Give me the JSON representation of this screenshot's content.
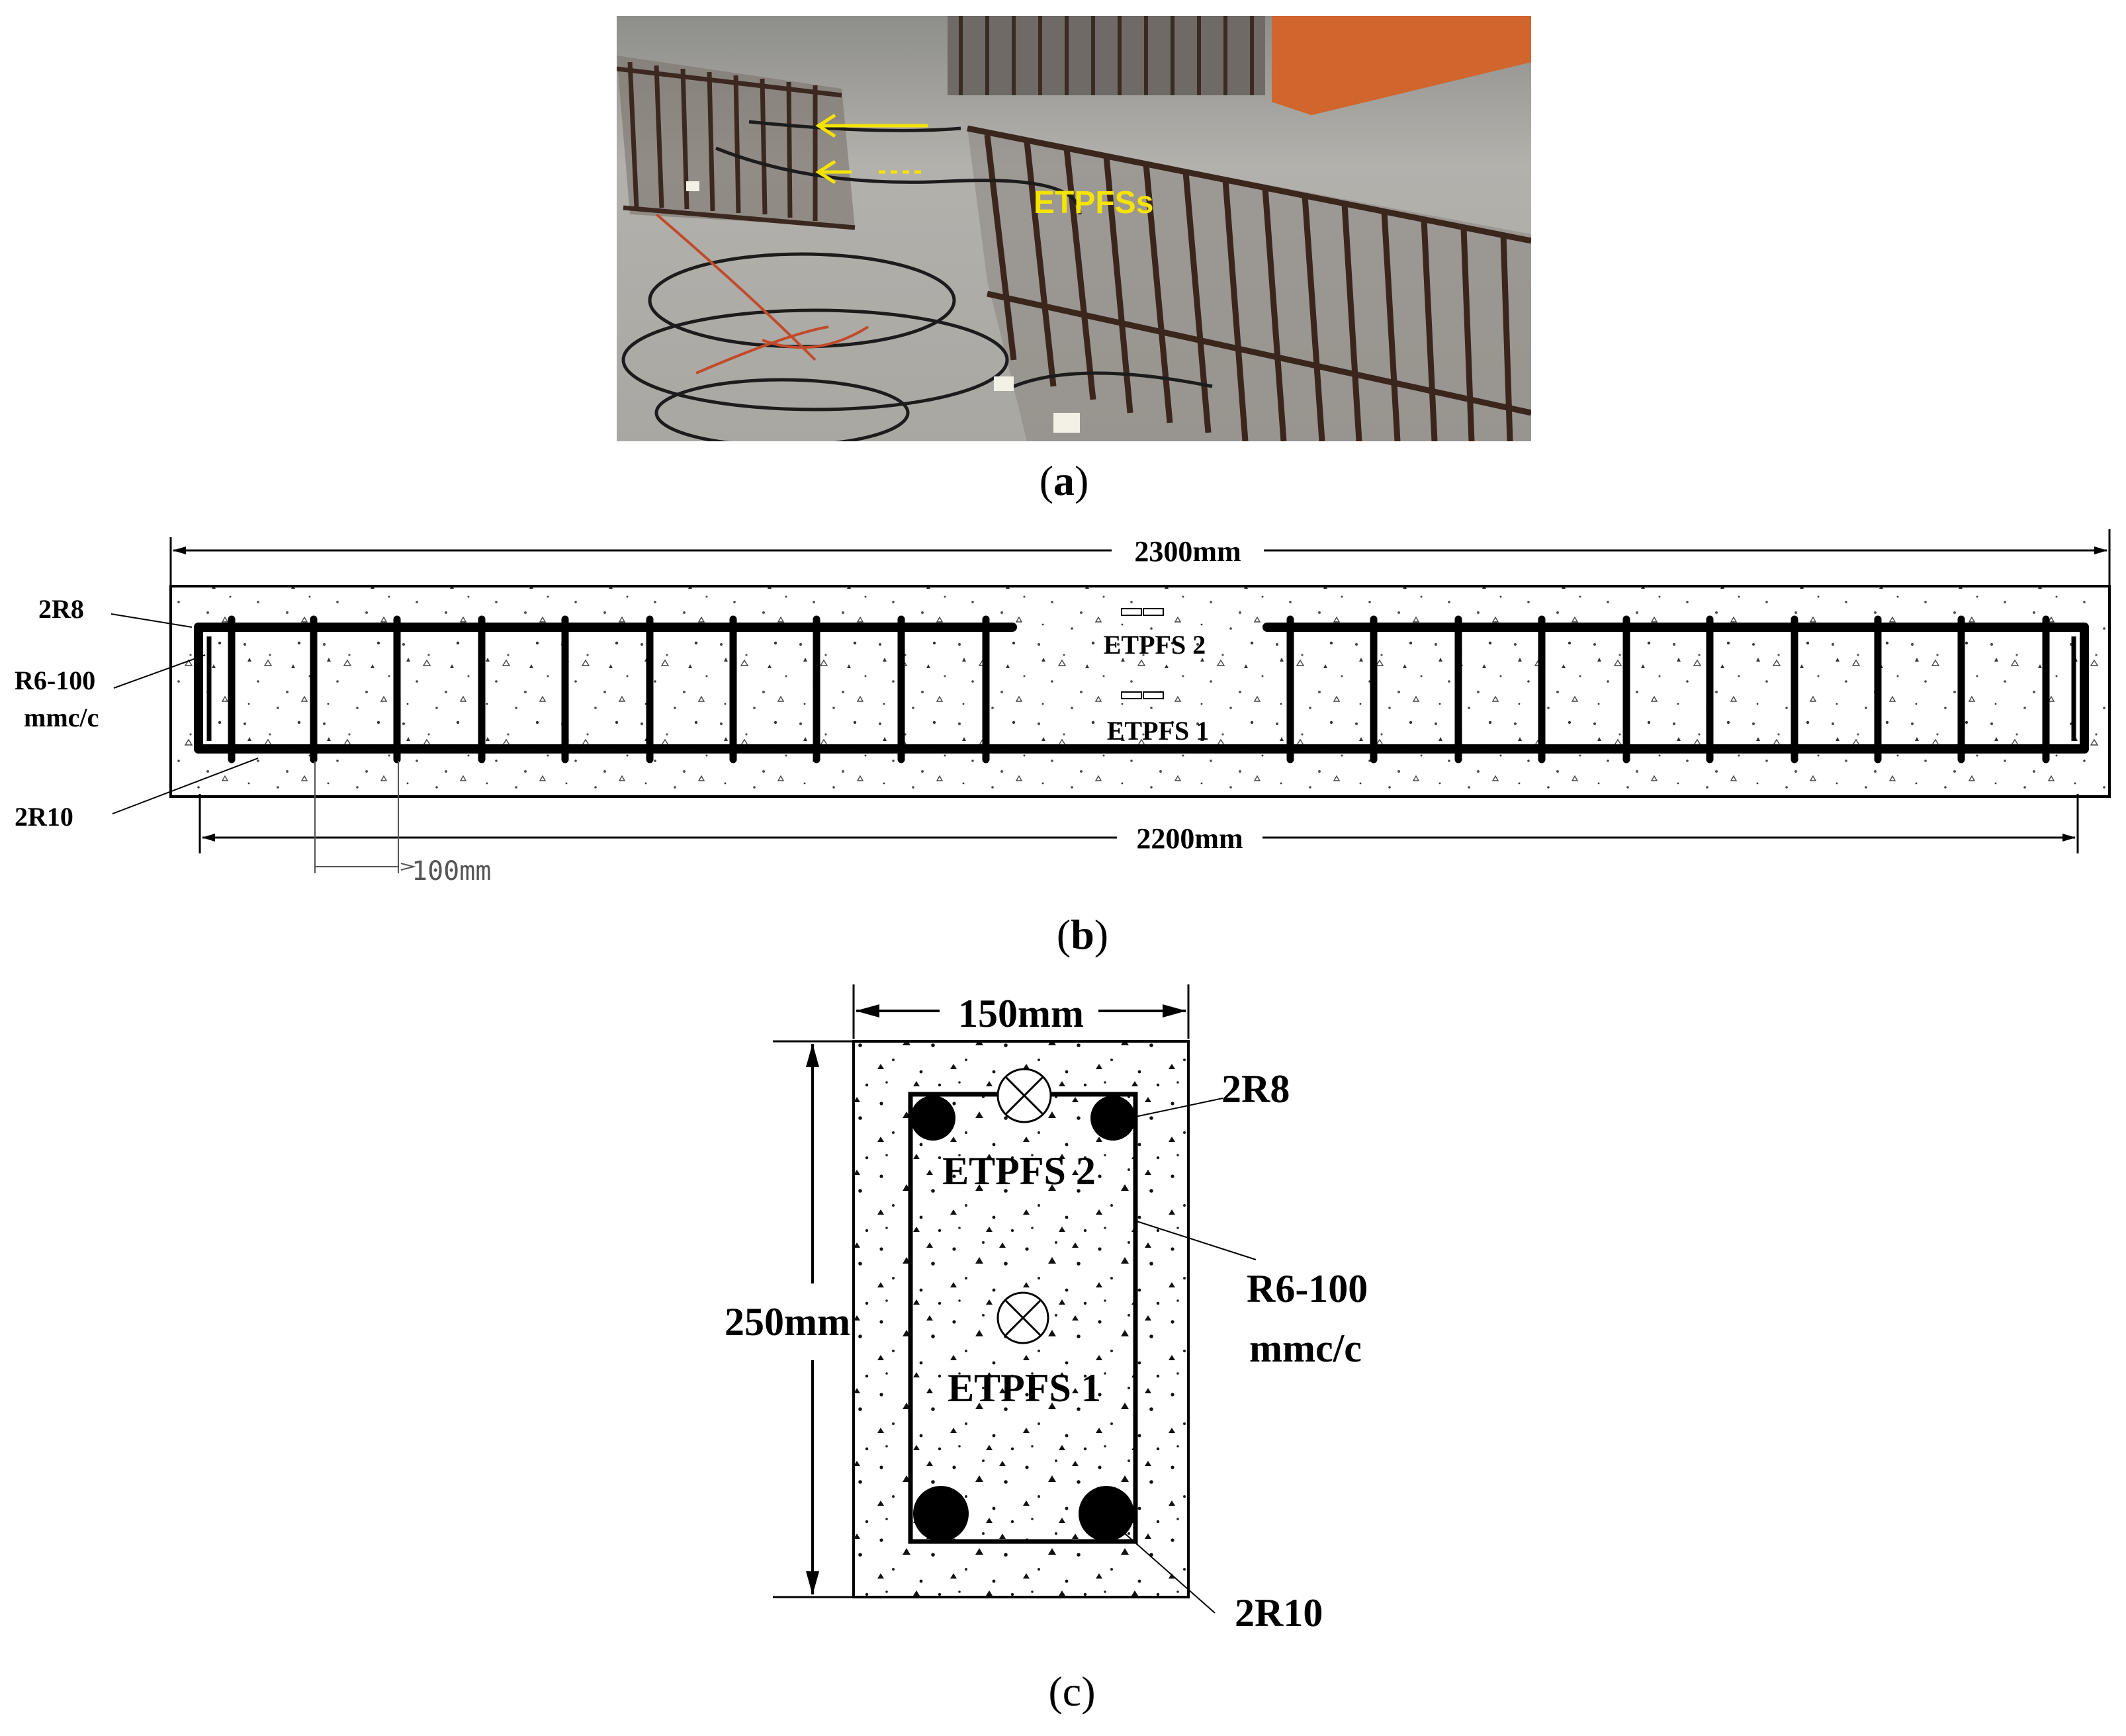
{
  "panel_a": {
    "caption_open": "(",
    "caption_letter": "a",
    "caption_close": ")",
    "photo_label": "ETPFSs",
    "label_color": "#f5e400"
  },
  "panel_b": {
    "caption_open": "(",
    "caption_letter": "b",
    "caption_close": ")",
    "dim_total": "2300mm",
    "dim_inner": "2200mm",
    "dim_spacing": "100mm",
    "label_top_bar": "2R8",
    "label_stirrup_line1": "R6-100",
    "label_stirrup_line2": "mmc/c",
    "label_bottom_bar": "2R10",
    "sensor_upper": "ETPFS 2",
    "sensor_lower": "ETPFS 1"
  },
  "panel_c": {
    "caption_open": "(",
    "caption_letter": "c",
    "caption_close": ")",
    "dim_width": "150mm",
    "dim_height": "250mm",
    "label_top_bar": "2R8",
    "label_stirrup_line1": "R6-100",
    "label_stirrup_line2": "mmc/c",
    "label_bottom_bar": "2R10",
    "sensor_upper": "ETPFS 2",
    "sensor_lower": "ETPFS 1"
  }
}
